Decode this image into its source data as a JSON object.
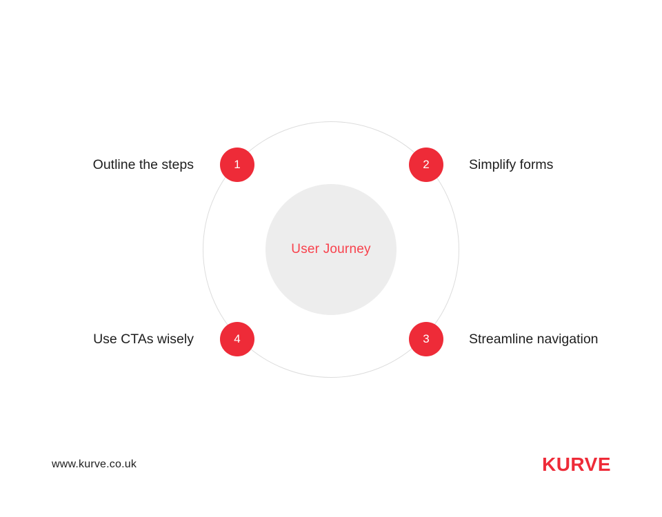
{
  "diagram": {
    "center_label": "User Journey",
    "steps": [
      {
        "number": "1",
        "label": "Outline the steps",
        "position": "top-left"
      },
      {
        "number": "2",
        "label": "Simplify forms",
        "position": "top-right"
      },
      {
        "number": "3",
        "label": "Streamline navigation",
        "position": "bottom-right"
      },
      {
        "number": "4",
        "label": "Use CTAs wisely",
        "position": "bottom-left"
      }
    ]
  },
  "footer": {
    "website": "www.kurve.co.uk",
    "brand": "KURVE"
  },
  "colors": {
    "accent_red": "#ee2b38",
    "center_label_red": "#f8414c",
    "ring_gray": "#dcdcdc",
    "center_fill_gray": "#ededed",
    "text_dark": "#1d1d1d",
    "badge_number_white": "#ffffff"
  }
}
